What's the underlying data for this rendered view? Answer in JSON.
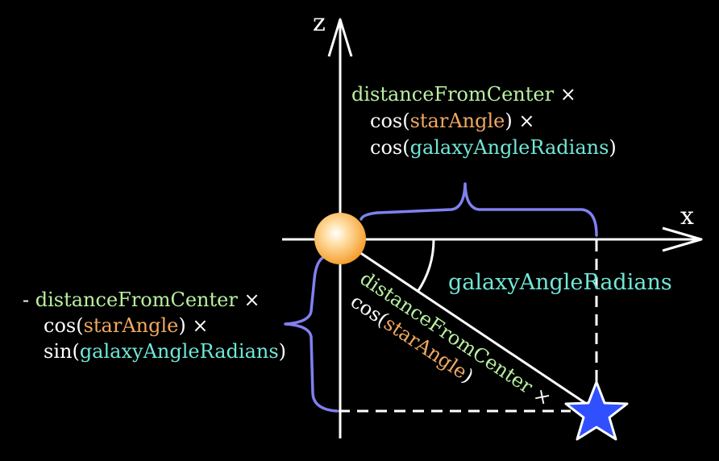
{
  "axes": {
    "z_label": "z",
    "x_label": "x"
  },
  "colors": {
    "background": "#000000",
    "axis": "#ffffff",
    "brace": "#8080f0",
    "distance": "#b8f0a0",
    "star_angle": "#f0a860",
    "galaxy_angle": "#70e8d8",
    "plain": "#ffffff",
    "star_fill": "#3050ff",
    "sun": "#ffc860"
  },
  "top_formula": {
    "line1_var": "distanceFromCenter",
    "line1_op": " ×",
    "line2_fn": "cos(",
    "line2_var": "starAngle",
    "line2_close": ") ×",
    "line3_fn": "cos(",
    "line3_var": "galaxyAngleRadians",
    "line3_close": ")"
  },
  "left_formula": {
    "line1_prefix": "- ",
    "line1_var": "distanceFromCenter",
    "line1_op": " ×",
    "line2_fn": "cos(",
    "line2_var": "starAngle",
    "line2_close": ") ×",
    "line3_fn": "sin(",
    "line3_var": "galaxyAngleRadians",
    "line3_close": ")"
  },
  "angle_label": "galaxyAngleRadians",
  "diagonal_formula": {
    "line1_var": "distanceFromCenter",
    "line1_op": " ×",
    "line2_fn": "cos(",
    "line2_var": "starAngle",
    "line2_close": ")"
  },
  "icons": {
    "center": "sun-icon",
    "star": "star-icon"
  }
}
